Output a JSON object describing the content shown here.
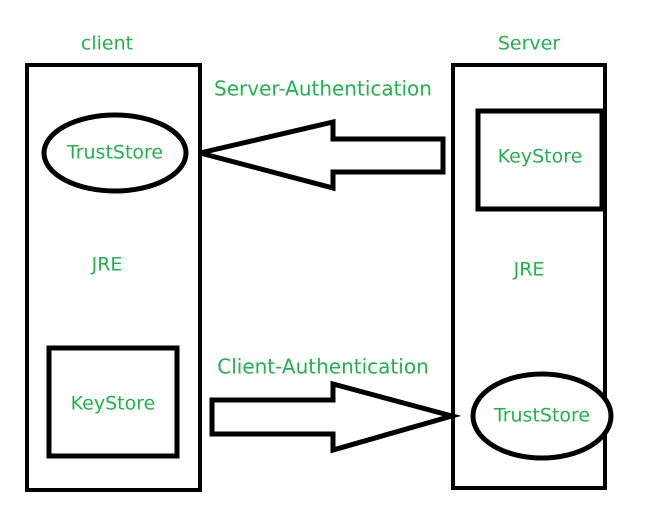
{
  "diagram": {
    "title_client": "client",
    "title_server": "Server",
    "client_panel": {
      "name": "client",
      "runtime_label": "JRE",
      "truststore_label": "TrustStore",
      "keystore_label": "KeyStore"
    },
    "server_panel": {
      "name": "Server",
      "runtime_label": "JRE",
      "keystore_label": "KeyStore",
      "truststore_label": "TrustStore"
    },
    "arrows": [
      {
        "label": "Server-Authentication",
        "direction": "right-to-left",
        "from": "Server",
        "to": "client"
      },
      {
        "label": "Client-Authentication",
        "direction": "left-to-right",
        "from": "client",
        "to": "Server"
      }
    ],
    "colors": {
      "text_green": "#22b14c",
      "stroke_black": "#000000",
      "background": "#ffffff"
    }
  }
}
